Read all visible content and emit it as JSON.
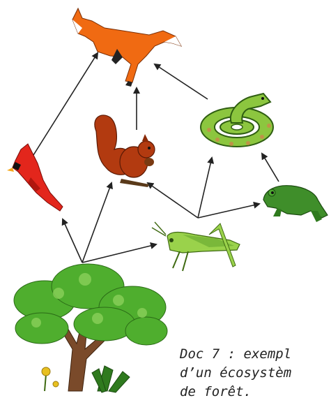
{
  "caption": {
    "line1": "Doc 7 : exempl",
    "line2": "d’un écosystèm",
    "line3": "de forêt."
  },
  "organisms": [
    {
      "id": "fox",
      "icon": "fox-icon"
    },
    {
      "id": "snake",
      "icon": "snake-icon"
    },
    {
      "id": "squirrel",
      "icon": "squirrel-icon"
    },
    {
      "id": "cardinal",
      "icon": "cardinal-bird-icon"
    },
    {
      "id": "frog",
      "icon": "frog-icon"
    },
    {
      "id": "grasshopper",
      "icon": "grasshopper-icon"
    },
    {
      "id": "tree",
      "icon": "tree-icon"
    }
  ],
  "colors": {
    "fox": "#f06a12",
    "snake": "#7bbf3a",
    "squirrel": "#a8360f",
    "cardinal": "#e3261c",
    "frog": "#3f8e2a",
    "grasshopper": "#9ad24b",
    "tree_leaves": "#4fae2e",
    "trunk": "#7a4a2a",
    "arrow": "#222222"
  }
}
